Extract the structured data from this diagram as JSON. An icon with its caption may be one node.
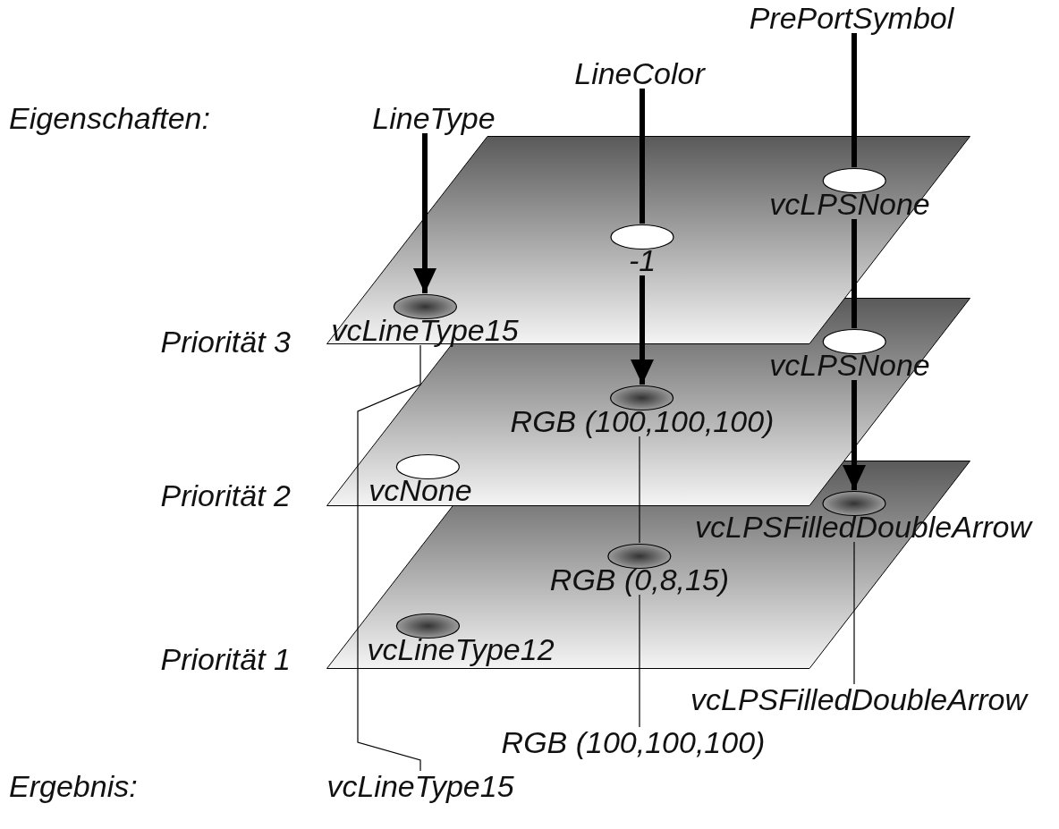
{
  "diagram": {
    "nodes": [
      {
        "text": [
          "LineType"
        ]
      },
      {
        "text": [
          "LineColor"
        ]
      },
      {
        "text": [
          "PrePortSymbol"
        ]
      },
      {
        "text": [],
        "shape": "parallelogram",
        "beside": [
          "Priorität 3"
        ]
      },
      {
        "text": [
          "vcLineType15"
        ],
        "in": 3
      },
      {
        "text": [
          "-1"
        ],
        "in": 3
      },
      {
        "text": [
          "vcLPSNone"
        ],
        "in": 3
      },
      {
        "text": [],
        "shape": "parallelogram",
        "beside": [
          "Priorität 2"
        ]
      },
      {
        "text": [
          "vcNone"
        ],
        "in": 7
      },
      {
        "text": [
          "RGB (100,100,100)"
        ],
        "in": 7
      },
      {
        "text": [
          "vcLPSNone"
        ],
        "in": 7
      },
      {
        "text": [],
        "shape": "parallelogram",
        "beside": [
          "Priorität 1"
        ]
      },
      {
        "text": [
          "vcLineType12"
        ],
        "in": 11
      },
      {
        "text": [
          "RGB (0,8,15)"
        ],
        "in": 11
      },
      {
        "text": [
          "vcLPSFilledDoubleArrow"
        ],
        "in": 11
      },
      {
        "text": [
          "vcLPSFilledDoubleArrow"
        ]
      },
      {
        "text": [
          "RGB (100,100,100)"
        ]
      },
      {
        "text": [
          "vcLineType15"
        ]
      }
    ],
    "edges": [
      {
        "from": 0,
        "to": 4,
        "arrow": "to"
      },
      {
        "from": 1,
        "to": 5,
        "arrow": "none"
      },
      {
        "from": 2,
        "to": 6,
        "arrow": "none"
      },
      {
        "from": 5,
        "to": 9,
        "arrow": "to"
      },
      {
        "from": 6,
        "to": 10,
        "arrow": "none"
      },
      {
        "from": 10,
        "to": 14,
        "arrow": "to"
      },
      {
        "from": 9,
        "to": 13,
        "arrow": "none"
      },
      {
        "from": 4,
        "to": 17,
        "arrow": "none"
      },
      {
        "from": 13,
        "to": 16,
        "arrow": "none"
      },
      {
        "from": 14,
        "to": 15,
        "arrow": "none"
      }
    ],
    "labels": [
      "Eigenschaften:",
      "Ergebnis:"
    ]
  }
}
